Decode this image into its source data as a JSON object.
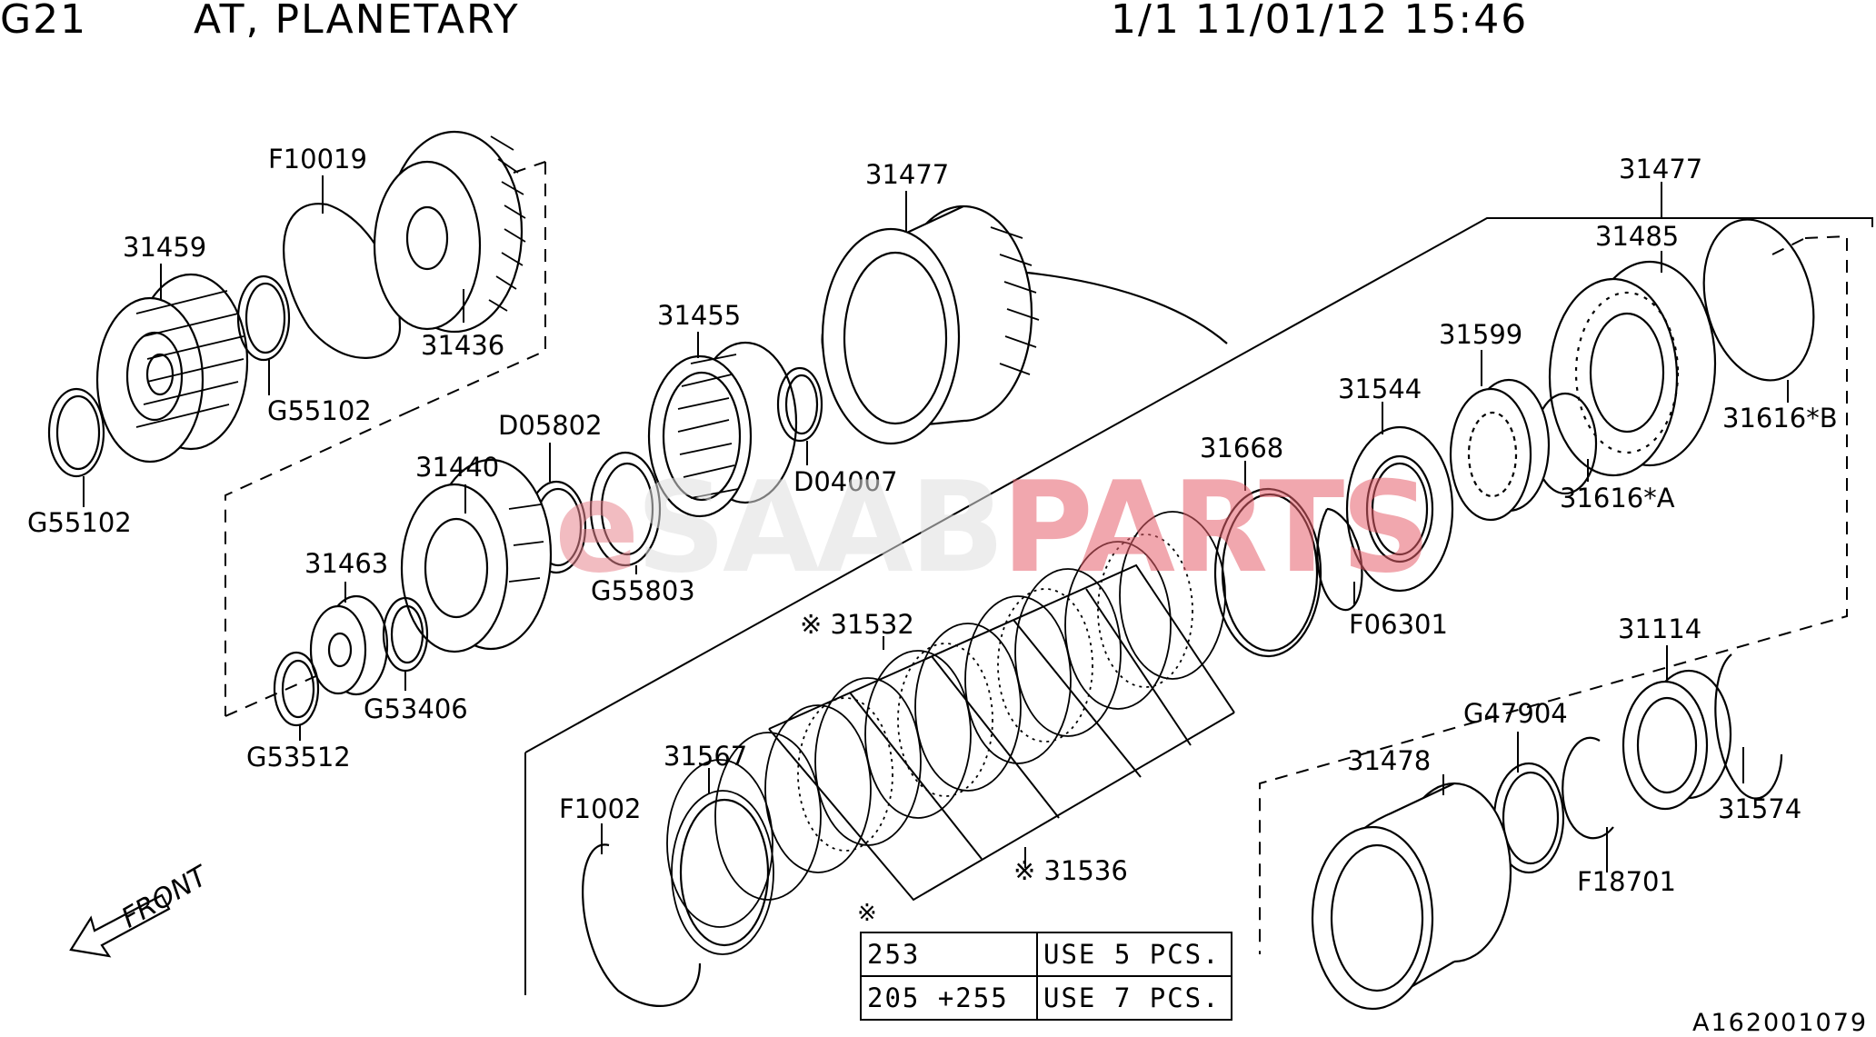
{
  "header": {
    "code": "G21",
    "title": "AT, PLANETARY",
    "meta": "1/1 11/01/12 15:46"
  },
  "watermark": {
    "e": "e",
    "saab": "SAAB",
    "parts": "PARTS",
    "colors": {
      "e": "#e8868f",
      "saab": "#e0e0e0",
      "parts": "#e7616c"
    }
  },
  "parts": {
    "p31459": "31459",
    "pF10019": "F10019",
    "p31436": "31436",
    "pG55102a": "G55102",
    "pG55102b": "G55102",
    "p31477a": "31477",
    "p31455": "31455",
    "pD04007": "D04007",
    "pD05802": "D05802",
    "p31440": "31440",
    "pG55803": "G55803",
    "p31463": "31463",
    "pG53406": "G53406",
    "pG53512": "G53512",
    "p31477b": "31477",
    "p31485": "31485",
    "p31599": "31599",
    "p31544": "31544",
    "p31616B": "31616*B",
    "p31616A": "31616*A",
    "p31668": "31668",
    "pF06301": "F06301",
    "p31532": "※ 31532",
    "p31536": "※ 31536",
    "p31567": "31567",
    "pF1002": "F1002",
    "p31114": "31114",
    "pG47904": "G47904",
    "p31478": "31478",
    "p31574": "31574",
    "pF18701": "F18701"
  },
  "note": {
    "mark": "※",
    "rows": [
      {
        "code": "253",
        "usage": "USE 5 PCS."
      },
      {
        "code": "205 +255",
        "usage": "USE 7 PCS."
      }
    ]
  },
  "front_label": "FRONT",
  "footer_code": "A162001079"
}
